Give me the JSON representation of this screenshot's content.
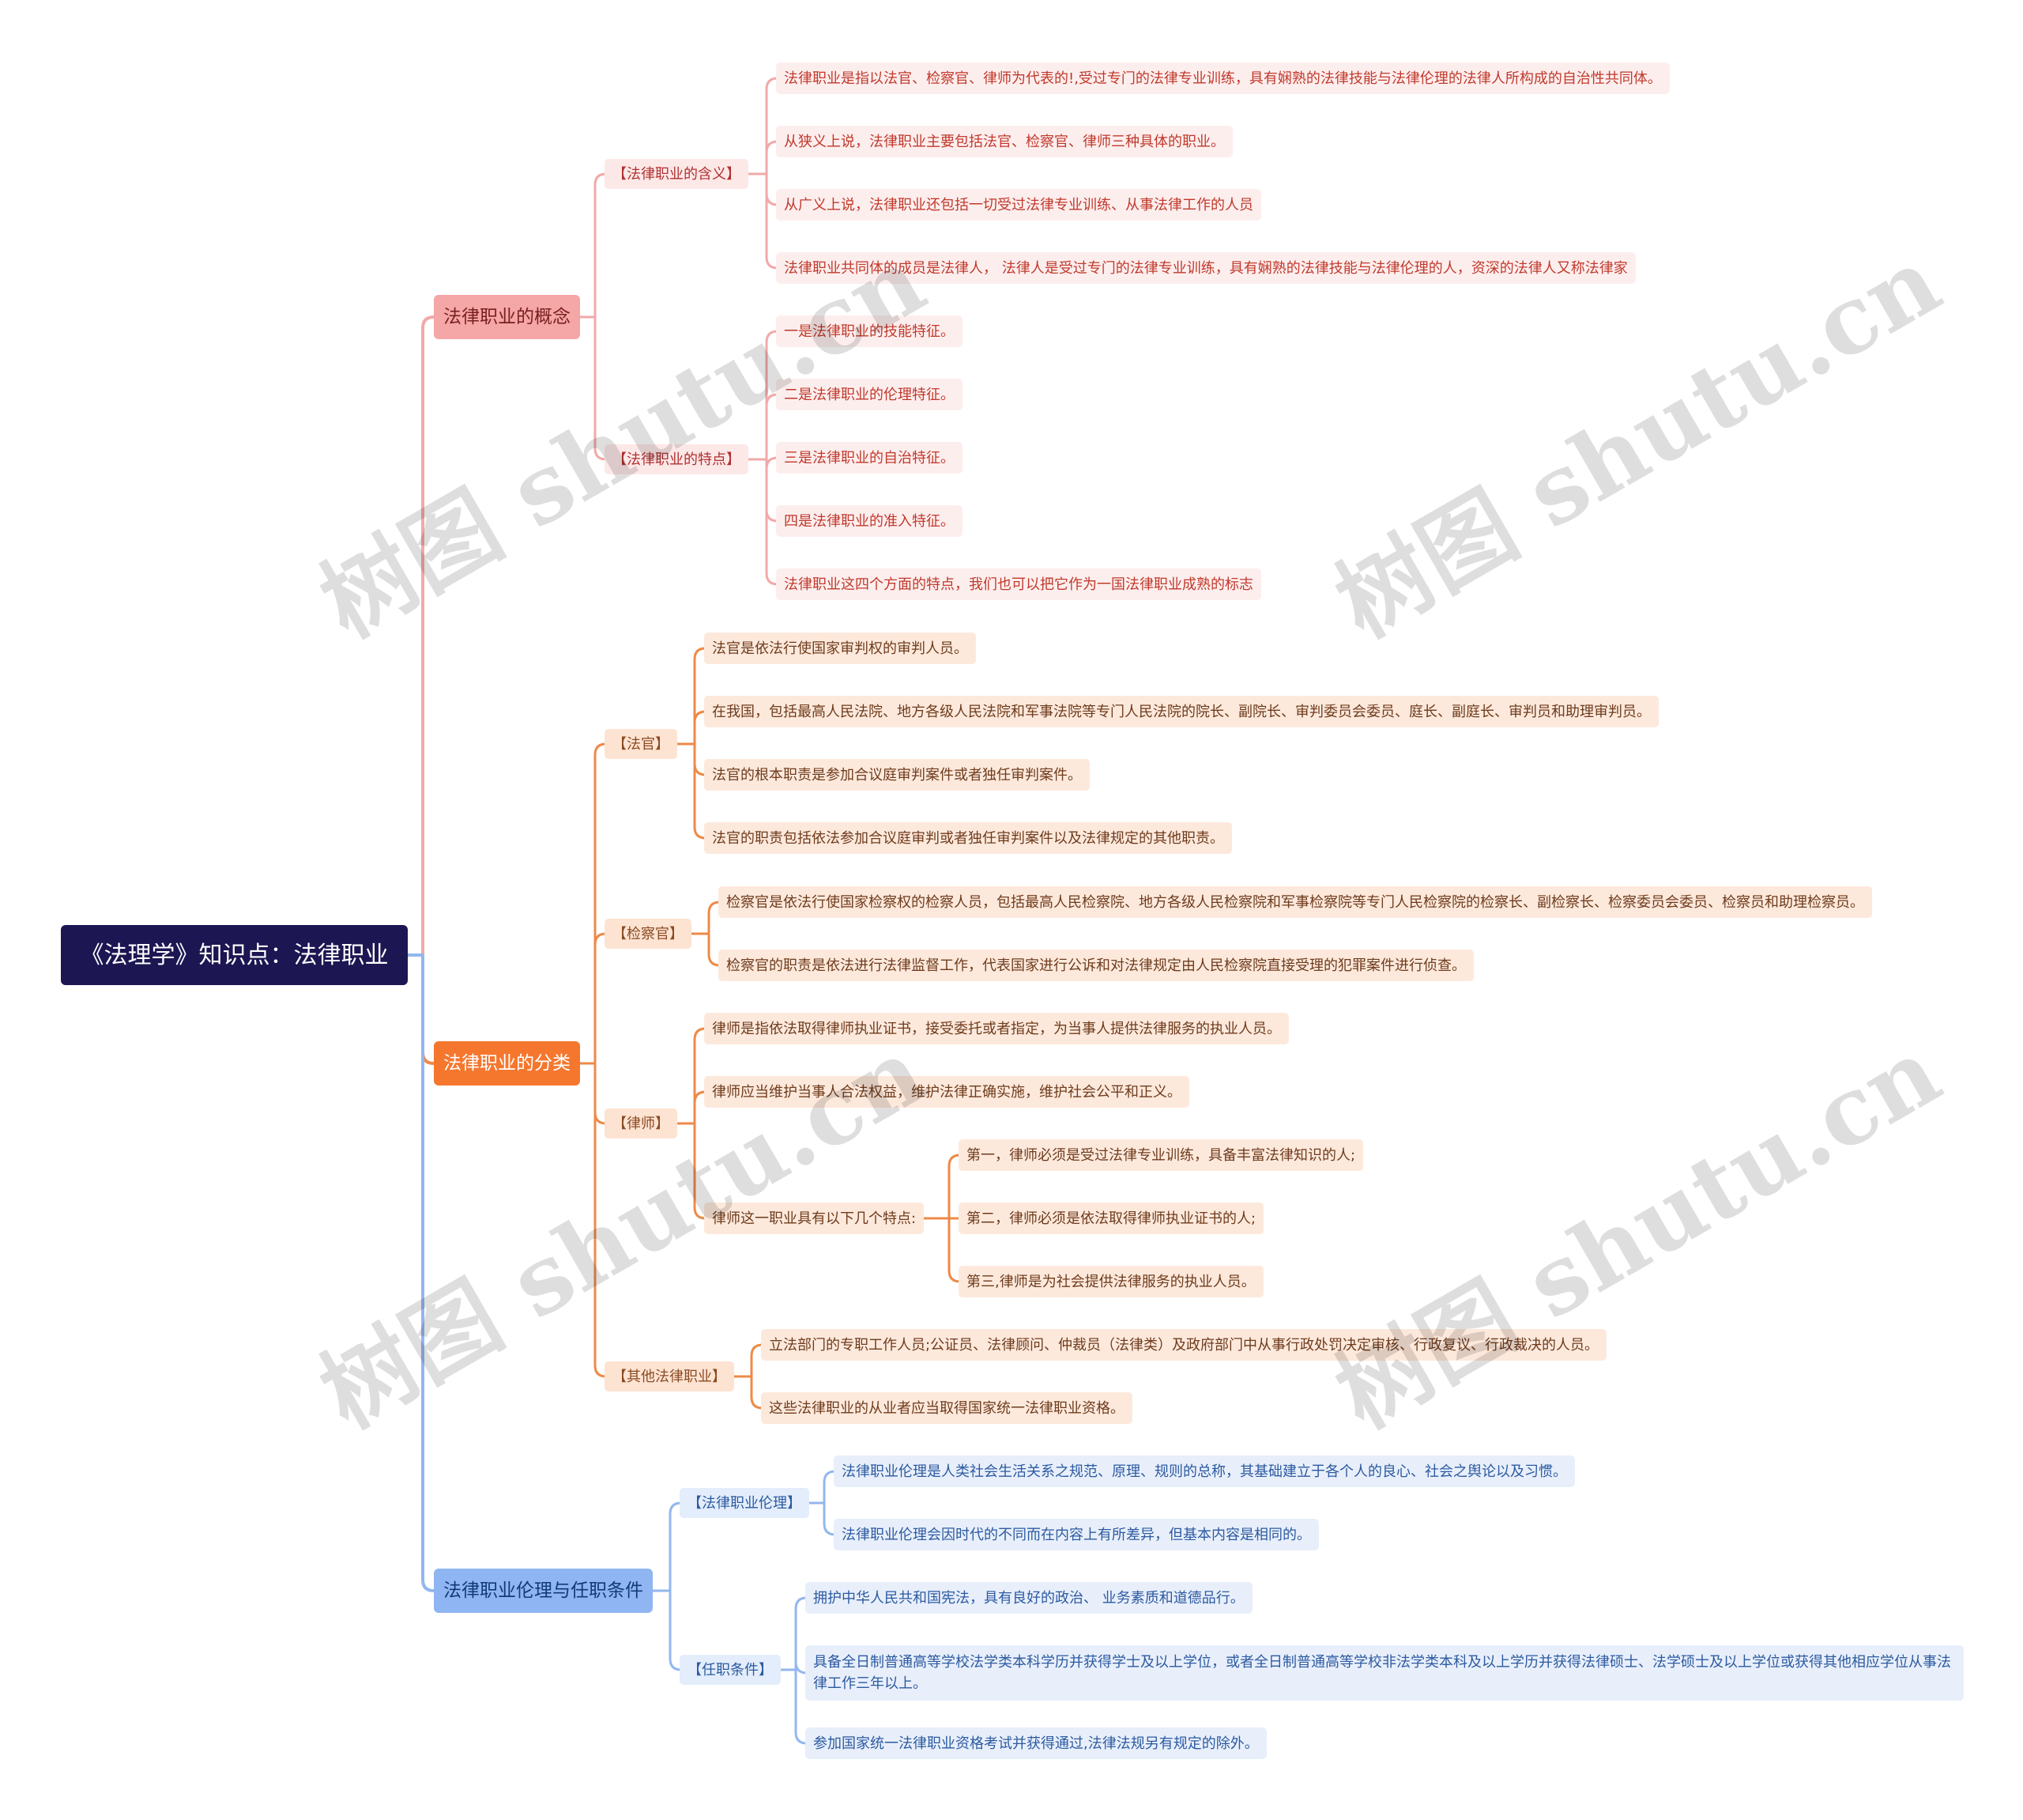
{
  "root": {
    "title": "《法理学》知识点：法律职业"
  },
  "concept": {
    "title": "法律职业的概念",
    "meaning": {
      "title": "【法律职业的含义】",
      "items": [
        "法律职业是指以法官、检察官、律师为代表的!,受过专门的法律专业训练，具有娴熟的法律技能与法律伦理的法律人所构成的自治性共同体。",
        "从狭义上说，法律职业主要包括法官、检察官、律师三种具体的职业。",
        "从广义上说，法律职业还包括一切受过法律专业训练、从事法律工作的人员",
        "法律职业共同体的成员是法律人， 法律人是受过专门的法律专业训练，具有娴熟的法律技能与法律伦理的人，资深的法律人又称法律家"
      ]
    },
    "features": {
      "title": "【法律职业的特点】",
      "items": [
        "一是法律职业的技能特征。",
        "二是法律职业的伦理特征。",
        "三是法律职业的自治特征。",
        "四是法律职业的准入特征。",
        "法律职业这四个方面的特点，我们也可以把它作为一国法律职业成熟的标志"
      ]
    }
  },
  "classification": {
    "title": "法律职业的分类",
    "judge": {
      "title": "【法官】",
      "items": [
        "法官是依法行使国家审判权的审判人员。",
        "在我国，包括最高人民法院、地方各级人民法院和军事法院等专门人民法院的院长、副院长、审判委员会委员、庭长、副庭长、审判员和助理审判员。",
        "法官的根本职责是参加合议庭审判案件或者独任审判案件。",
        "法官的职责包括依法参加合议庭审判或者独任审判案件以及法律规定的其他职责。"
      ]
    },
    "prosecutor": {
      "title": "【检察官】",
      "items": [
        "检察官是依法行使国家检察权的检察人员，包括最高人民检察院、地方各级人民检察院和军事检察院等专门人民检察院的检察长、副检察长、检察委员会委员、检察员和助理检察员。",
        "检察官的职责是依法进行法律监督工作，代表国家进行公诉和对法律规定由人民检察院直接受理的犯罪案件进行侦查。"
      ]
    },
    "lawyer": {
      "title": "【律师】",
      "items": [
        "律师是指依法取得律师执业证书，接受委托或者指定，为当事人提供法律服务的执业人员。",
        "律师应当维护当事人合法权益，维护法律正确实施，维护社会公平和正义。"
      ],
      "traits": {
        "title": "律师这一职业具有以下几个特点:",
        "items": [
          "第一，律师必须是受过法律专业训练，具备丰富法律知识的人;",
          "第二，律师必须是依法取得律师执业证书的人;",
          "第三,律师是为社会提供法律服务的执业人员。"
        ]
      }
    },
    "other": {
      "title": "【其他法律职业】",
      "items": [
        "立法部门的专职工作人员;公证员、法律顾问、仲裁员（法律类）及政府部门中从事行政处罚决定审核、行政复议、行政裁决的人员。",
        "这些法律职业的从业者应当取得国家统一法律职业资格。"
      ]
    }
  },
  "ethics": {
    "title": "法律职业伦理与任职条件",
    "ethic": {
      "title": "【法律职业伦理】",
      "items": [
        "法律职业伦理是人类社会生活关系之规范、原理、规则的总称，其基础建立于各个人的良心、社会之舆论以及习惯。",
        "法律职业伦理会因时代的不同而在内容上有所差异，但基本内容是相同的。"
      ]
    },
    "qualification": {
      "title": "【任职条件】",
      "items": [
        "拥护中华人民共和国宪法，具有良好的政治、 业务素质和道德品行。",
        "具备全日制普通高等学校法学类本科学历并获得学士及以上学位，或者全日制普通高等学校非法学类本科及以上学历并获得法律硕士、法学硕士及以上学位或获得其他相应学位从事法律工作三年以上。",
        "参加国家统一法律职业资格考试并获得通过,法律法规另有规定的除外。"
      ]
    }
  },
  "watermark": "树图 shutu.cn",
  "colors": {
    "root": "#1c1652",
    "concept": "#f5a6a6",
    "concept_line": "#f2a9a9",
    "concept_text": "#c0392b",
    "classification": "#f5772e",
    "classification_line": "#ee8a47",
    "classification_text": "#8a4a22",
    "ethics": "#8fb6f2",
    "ethics_line": "#93b7ee",
    "ethics_text": "#2c5aa0"
  }
}
